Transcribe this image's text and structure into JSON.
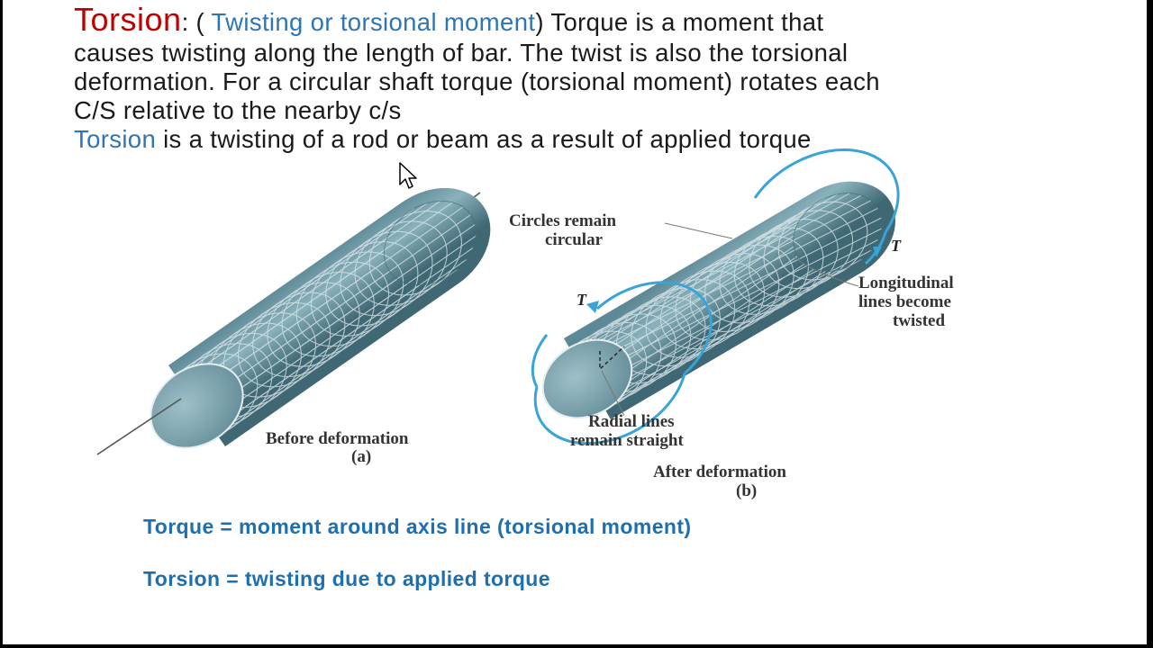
{
  "slide": {
    "title_word": "Torsion",
    "title_separator": ": ( ",
    "title_paren_text": "Twisting or torsional moment",
    "line1_rest": ") Torque is a moment that",
    "line2": "causes twisting along the length of bar. The twist is also the torsional",
    "line3": "deformation. For a circular shaft torque (torsional moment) rotates each",
    "line4": "C/S relative to the nearby c/s",
    "line5_keyword": "Torsion",
    "line5_rest": " is a twisting of a rod or beam as a result of applied torque"
  },
  "figure": {
    "caption_a_title": "Before deformation",
    "caption_a_sub": "(a)",
    "caption_b_title": "After deformation",
    "caption_b_sub": "(b)",
    "label_circles_1": "Circles remain",
    "label_circles_2": "circular",
    "label_longitudinal_1": "Longitudinal",
    "label_longitudinal_2": "lines become",
    "label_longitudinal_3": "twisted",
    "label_radial_1": "Radial lines",
    "label_radial_2": "remain straight",
    "torque_symbol_right": "T",
    "torque_symbol_left": "T"
  },
  "definitions": {
    "torque": "Torque = moment around axis line (torsional moment)",
    "torsion": "Torsion = twisting due to applied torque"
  },
  "colors": {
    "title_red": "#c00000",
    "accent_blue": "#2e75b6",
    "definition_blue": "#1f6fb0",
    "rod_teal": "#5f8f9c"
  }
}
